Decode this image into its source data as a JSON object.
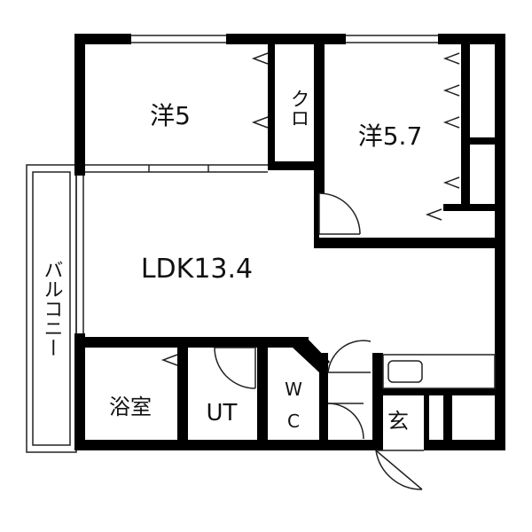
{
  "floorplan": {
    "rooms": {
      "western_room_1": "洋5",
      "closet": "クロ",
      "western_room_2": "洋5.7",
      "ldk": "LDK13.4",
      "balcony": "バルコニー",
      "bathroom": "浴室",
      "utility": "UT",
      "toilet_top": "W",
      "toilet_bottom": "C",
      "entrance": "玄"
    },
    "colors": {
      "wall": "#000000",
      "line": "#222222",
      "background": "#ffffff"
    }
  }
}
